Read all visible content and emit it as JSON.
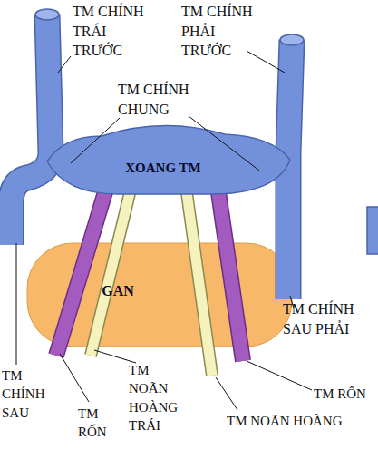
{
  "diagram": {
    "nodes": [
      {
        "text": [
          "XOANG TM"
        ]
      },
      {
        "text": [
          "GAN"
        ]
      }
    ],
    "labels": [
      "TM CHÍNH TRÁI TRƯỚC",
      "TM CHÍNH PHẢI TRƯỚC",
      "TM CHÍNH CHUNG",
      "TM CHÍNH SAU PHẢI",
      "TM CHÍNH SAU",
      "TM RỐN",
      "TM NOÃN HOÀNG TRÁI",
      "TM RỐN",
      "TM NOÃN HOÀNG"
    ]
  }
}
